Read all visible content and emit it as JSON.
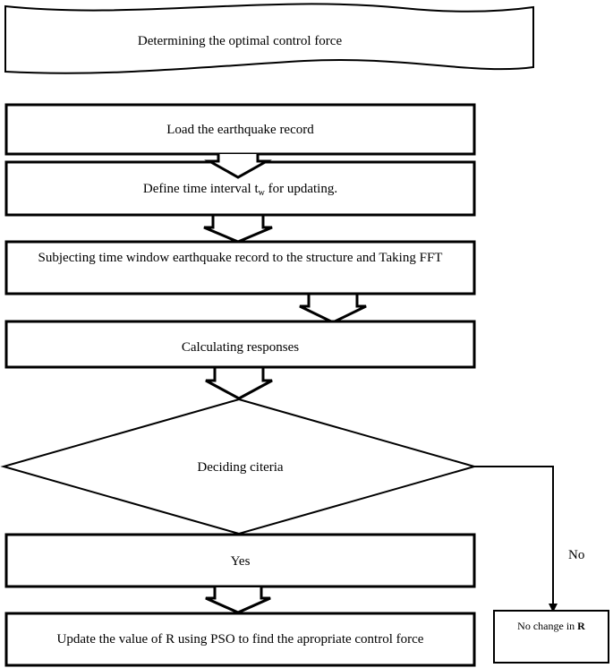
{
  "flowchart": {
    "title": "Determining the optimal control force",
    "steps": {
      "load": "Load the earthquake record",
      "define_prefix": "Define time interval t",
      "define_sub": "w",
      "define_suffix": " for updating.",
      "subject": "Subjecting time window earthquake record to the structure and Taking FFT",
      "calc": "Calculating responses",
      "decision": "Deciding citeria",
      "yes": "Yes",
      "update": "Update the value of R  using PSO to find the apropriate control force",
      "no_change_prefix": "No change in ",
      "no_change_symbol": "R"
    },
    "branches": {
      "no": "No"
    }
  }
}
